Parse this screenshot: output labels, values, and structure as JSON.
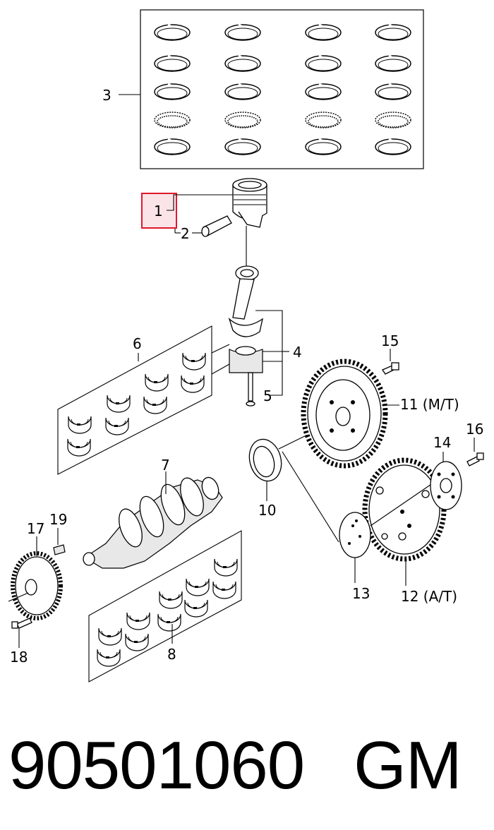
{
  "diagram": {
    "callouts": {
      "c1": "1",
      "c2": "2",
      "c3": "3",
      "c4": "4",
      "c5": "5",
      "c6": "6",
      "c7": "7",
      "c8": "8",
      "c10": "10",
      "c11": "11 (M/T)",
      "c12": "12 (A/T)",
      "c13": "13",
      "c14": "14",
      "c15": "15",
      "c16": "16",
      "c17": "17",
      "c18": "18",
      "c19": "19"
    },
    "highlighted_callout": "1",
    "highlight_color": "#e0182d"
  },
  "footer": {
    "part_number": "90501060",
    "brand": "GM"
  }
}
